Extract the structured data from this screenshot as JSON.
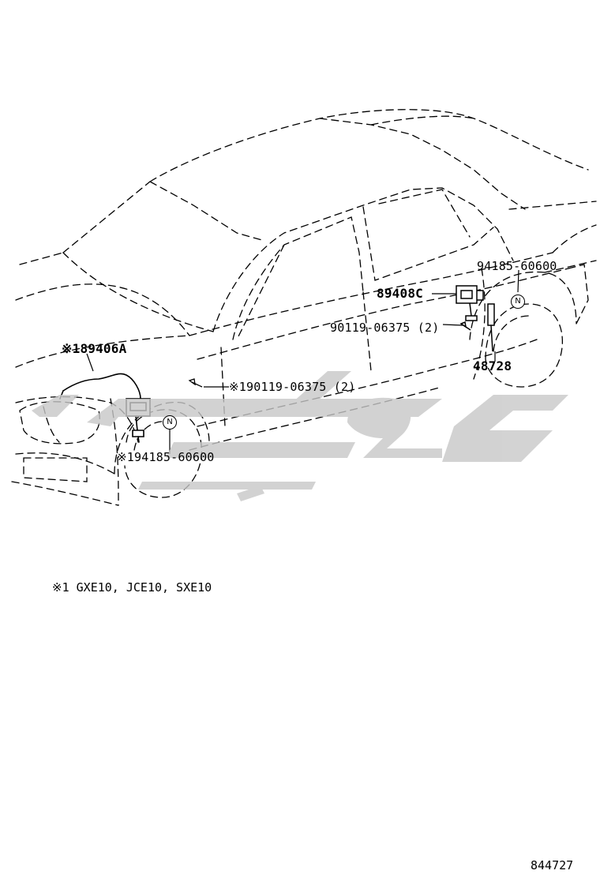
{
  "diagram": {
    "part_labels": {
      "p89406A": "※189406A",
      "p94185_60600_rear": "94185-60600",
      "p89408C": "89408C",
      "p90119_06375_rear": "90119-06375 (2)",
      "p90119_06375_front": "※190119-06375 (2)",
      "p48728": "48728",
      "p94185_60600_front": "※194185-60600"
    },
    "badges": {
      "rear_wheel": "N",
      "front_wheel": "N"
    },
    "footnote": "※1 GXE10, JCE10, SXE10",
    "figure_number": "844727"
  },
  "colors": {
    "line": "#000000",
    "watermark": "#c8c8c8",
    "background": "#ffffff"
  }
}
